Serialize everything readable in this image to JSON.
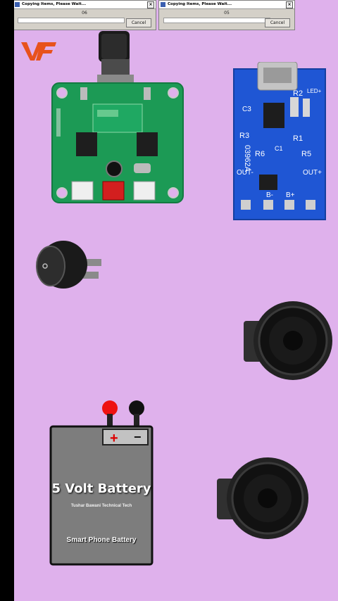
{
  "dialogs": [
    {
      "title": "Copying Items, Please Wait...",
      "filename": "06",
      "cancel_label": "Cancel",
      "progress": 0
    },
    {
      "title": "Copying Items, Please Wait...",
      "filename": "05",
      "cancel_label": "Cancel",
      "progress": 0
    }
  ],
  "logo": {
    "text": "VF",
    "color": "#e8521c"
  },
  "amp_board": {
    "component": "stereo amplifier module"
  },
  "charger_board": {
    "component": "TP4056 charging module",
    "silk": {
      "ledp": "LED+",
      "c3": "C3",
      "r2": "R2",
      "r1": "R1",
      "r3": "R3",
      "chip": "03962A",
      "r6": "R6",
      "c1": "C1",
      "r5": "R5",
      "out_minus": "OUT-",
      "out_plus": "OUT+",
      "b_minus": "B-",
      "b_plus": "B+"
    }
  },
  "battery": {
    "title": "5 Volt Battery",
    "subtitle": "Tushar Bawani Technical Tech",
    "description": "Smart Phone Battery",
    "plus": "+",
    "minus": "−"
  }
}
